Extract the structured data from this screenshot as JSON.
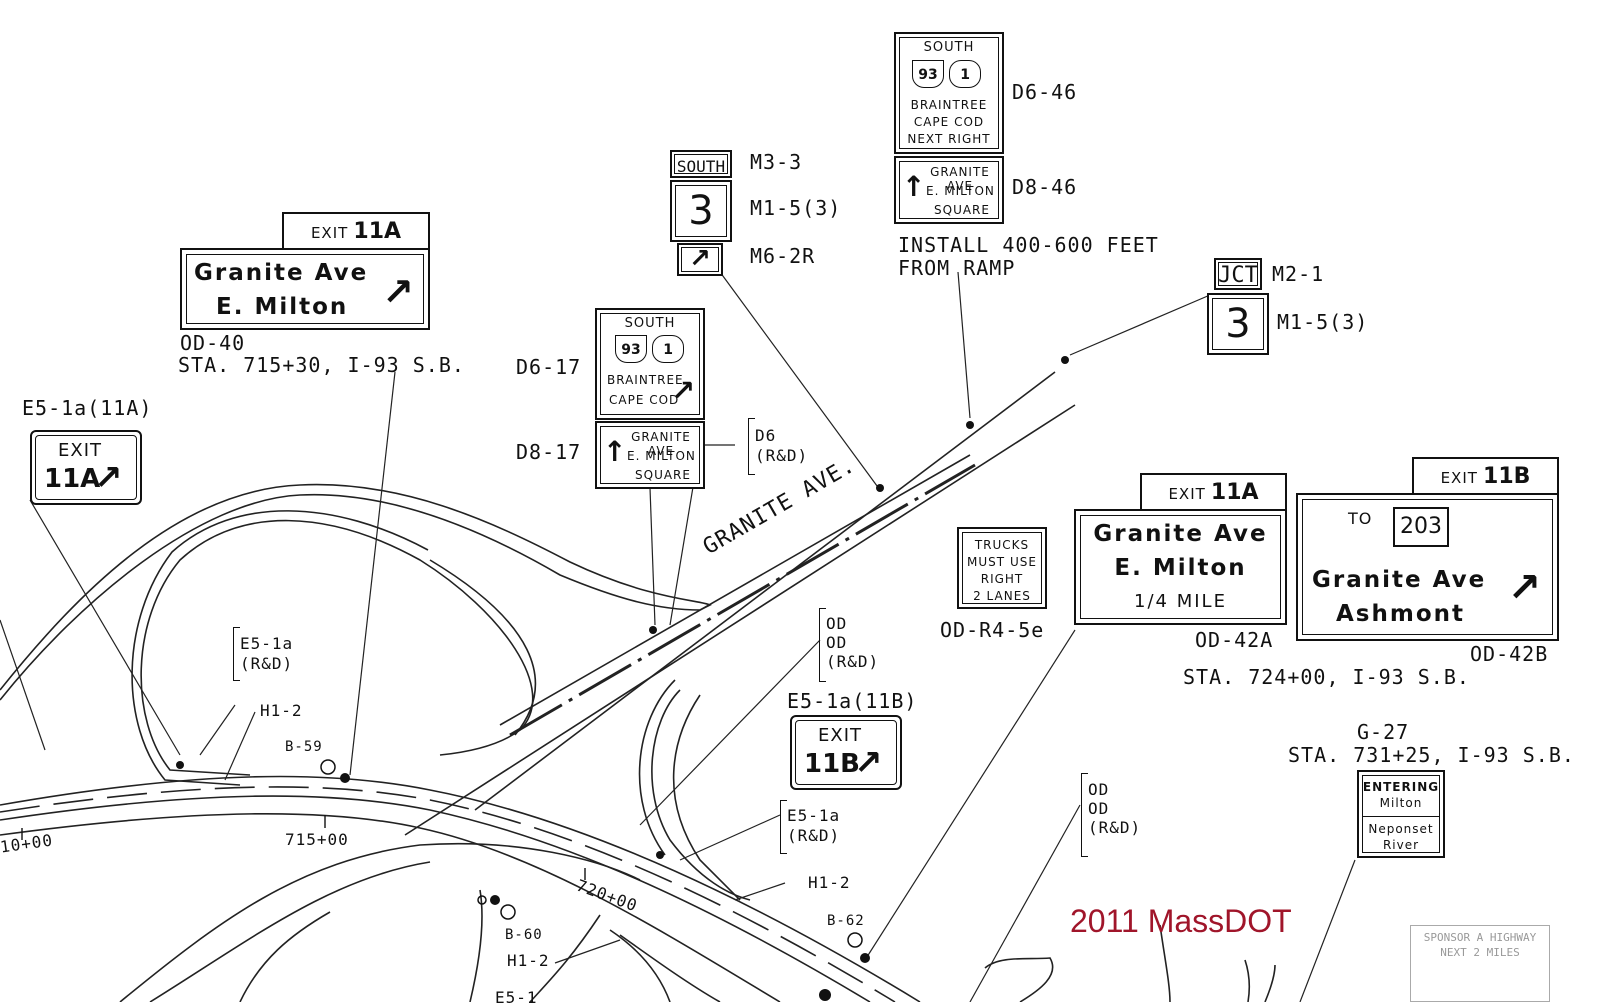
{
  "plan": {
    "road_label": "GRANITE AVE.",
    "stations": [
      "10+00",
      "715+00",
      "720+00"
    ],
    "markers": [
      "B-59",
      "B-60",
      "B-62"
    ],
    "callouts": {
      "h1_2": "H1-2",
      "e5_1a": "E5-1a",
      "rd": "(R&D)",
      "d6": "D6",
      "od": "OD",
      "e5_1a_partial": "E5-1"
    }
  },
  "signs": {
    "od40": {
      "exit_tab": "EXIT",
      "exit_num": "11A",
      "line1": "Granite Ave",
      "line2": "E. Milton",
      "code": "OD-40",
      "station": "STA. 715+30, I-93 S.B."
    },
    "e5_11a": {
      "code": "E5-1a(11A)",
      "line1": "EXIT",
      "line2": "11A"
    },
    "d6_17": {
      "code": "D6-17",
      "direction": "SOUTH",
      "shield_interstate": "93",
      "shield_us": "1",
      "line1": "BRAINTREE",
      "line2": "CAPE COD"
    },
    "d8_17": {
      "code": "D8-17",
      "line1": "GRANITE AVE",
      "line2": "E. MILTON",
      "line3": "SQUARE"
    },
    "m3_3": {
      "code": "M3-3",
      "text": "SOUTH"
    },
    "m1_5": {
      "code": "M1-5(3)",
      "text": "3"
    },
    "m6_2r": {
      "code": "M6-2R"
    },
    "d6_46": {
      "code": "D6-46",
      "direction": "SOUTH",
      "shield_interstate": "93",
      "shield_us": "1",
      "line1": "BRAINTREE",
      "line2": "CAPE COD",
      "line3": "NEXT RIGHT"
    },
    "d8_46": {
      "code": "D8-46",
      "line1": "GRANITE AVE",
      "line2": "E. MILTON",
      "line3": "SQUARE"
    },
    "install_note": {
      "line1": "INSTALL 400-600 FEET",
      "line2": "FROM RAMP"
    },
    "m2_1": {
      "code": "M2-1",
      "text": "JCT"
    },
    "m1_5b": {
      "code": "M1-5(3)",
      "text": "3"
    },
    "trucks": {
      "code": "OD-R4-5e",
      "line1": "TRUCKS",
      "line2": "MUST USE",
      "line3": "RIGHT",
      "line4": "2 LANES"
    },
    "od42a": {
      "code": "OD-42A",
      "exit_tab": "EXIT",
      "exit_num": "11A",
      "line1": "Granite Ave",
      "line2": "E. Milton",
      "line3": "1/4 MILE"
    },
    "od42b": {
      "code": "OD-42B",
      "exit_tab": "EXIT",
      "exit_num": "11B",
      "to": "TO",
      "route": "203",
      "line1": "Granite Ave",
      "line2": "Ashmont"
    },
    "sta724": "STA. 724+00, I-93 S.B.",
    "e5_11b": {
      "code": "E5-1a(11B)",
      "line1": "EXIT",
      "line2": "11B"
    },
    "g27": {
      "code": "G-27",
      "station": "STA. 731+25, I-93 S.B.",
      "line1": "ENTERING",
      "line2": "Milton",
      "line3": "Neponset",
      "line4": "River"
    },
    "sponsor": {
      "line1": "SPONSOR A HIGHWAY",
      "line2": "NEXT 2 MILES"
    }
  },
  "credit": "2011 MassDOT"
}
